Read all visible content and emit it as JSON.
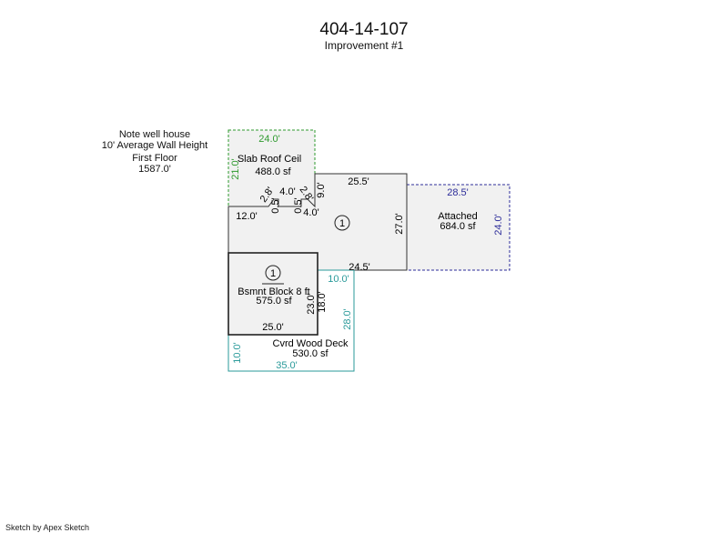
{
  "header": {
    "title": "404-14-107",
    "subtitle": "Improvement #1"
  },
  "notes": {
    "line1": "Note well house",
    "line2": "10' Average Wall Height",
    "line3": "First Floor",
    "line4": "1587.0'"
  },
  "areas": {
    "slab_roof": {
      "name": "Slab Roof Ceil",
      "area": "488.0 sf",
      "top": "24.0'",
      "left": "21.0'"
    },
    "first_floor": {
      "dims": [
        "25.5'",
        "27.0'",
        "24.5'",
        "12.0'",
        "9.0'",
        "4.0'",
        "4.0'",
        "2.8'",
        "2.8'",
        "0.5'",
        "0.5'"
      ],
      "marker": "1"
    },
    "attached": {
      "name": "Attached",
      "area": "684.0 sf",
      "top": "28.5'",
      "right": "24.0'"
    },
    "basement": {
      "name": "Bsmnt Block 8 ft",
      "area": "575.0 sf",
      "bottom": "25.0'",
      "right": "23.0'",
      "marker": "1"
    },
    "deck": {
      "name": "Cvrd Wood Deck",
      "area": "530.0 sf",
      "top": "10.0'",
      "inner": "18.0'",
      "right": "28.0'",
      "left": "10.0'",
      "bottom": "35.0'"
    }
  },
  "colors": {
    "slab": "#2e9a2e",
    "attached": "#2d2d9a",
    "deck": "#2a9a9a",
    "main": "#333333"
  },
  "footer": {
    "credit": "Sketch by Apex Sketch"
  }
}
